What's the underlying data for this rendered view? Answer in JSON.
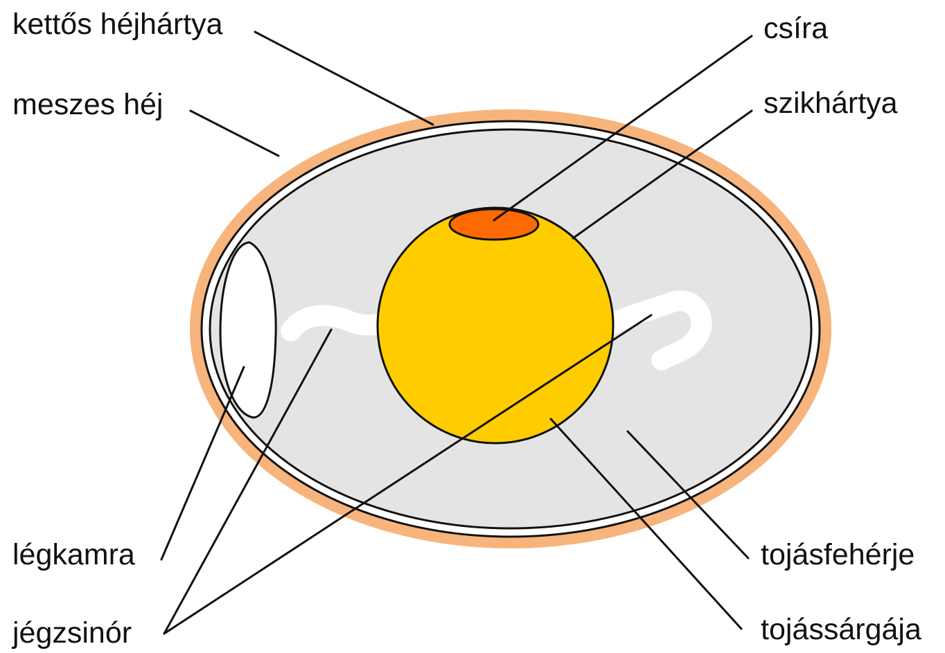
{
  "labels": {
    "double_shell_membrane": "kettős héjhártya",
    "calcareous_shell": "meszes héj",
    "air_cell": "légkamra",
    "chalaza": "jégzsinór",
    "germinal_disc": "csíra",
    "vitelline_membrane": "szikhártya",
    "egg_white": "tojásfehérje",
    "egg_yolk": "tojássárgája"
  },
  "colors": {
    "shell": "#F7B47C",
    "membrane": "#FFFFFF",
    "albumen": "#E4E4E4",
    "yolk": "#FFCC00",
    "germinal_disc": "#FF6A00",
    "chalaza": "#FFFFFF",
    "outline": "#111111"
  }
}
